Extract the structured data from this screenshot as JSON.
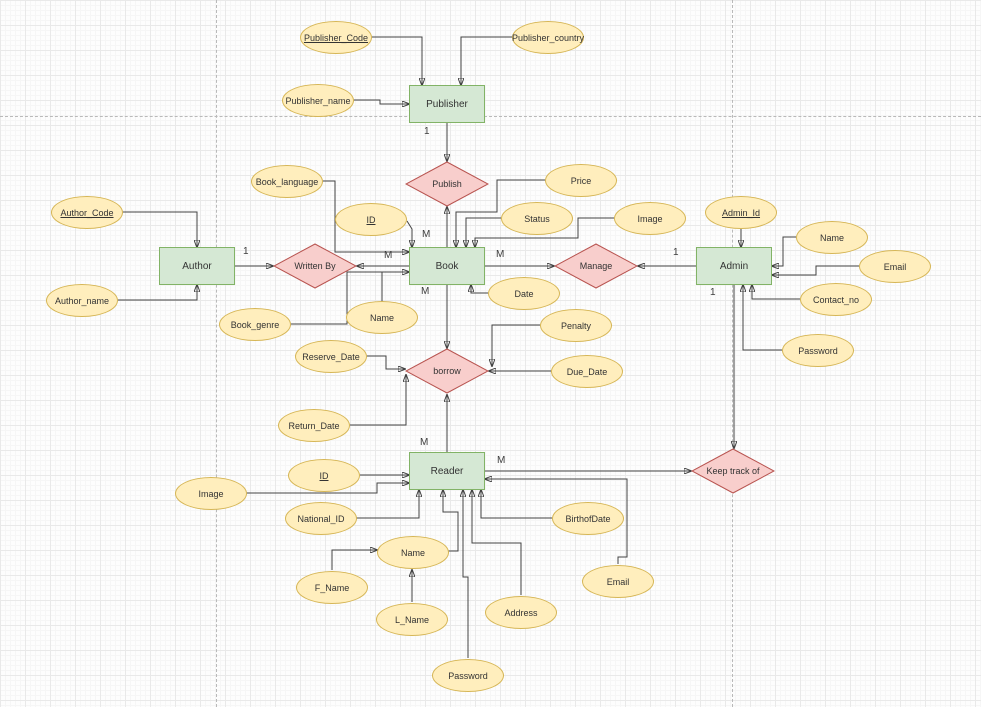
{
  "canvas": {
    "colors": {
      "entity_fill": "#d5e8d4",
      "entity_stroke": "#82b366",
      "relationship_fill": "#f8cecc",
      "relationship_stroke": "#b85450",
      "attribute_fill": "#ffeebd",
      "attribute_stroke": "#d6b656",
      "connector": "#424242",
      "grid_major": "#e9e9e9",
      "grid_minor": "#f6f6f6",
      "page_guide": "#b9b9b9"
    }
  },
  "diagram": {
    "entities": {
      "publisher": "Publisher",
      "author": "Author",
      "book": "Book",
      "admin": "Admin",
      "reader": "Reader"
    },
    "relationships": {
      "publish": "Publish",
      "written_by": "Written By",
      "manage": "Manage",
      "borrow": "borrow",
      "keep_track_of": "Keep track of"
    },
    "attributes": {
      "publisher_code": "Publisher_Code",
      "publisher_country": "Publisher_country",
      "publisher_name": "Publisher_name",
      "book_language": "Book_language",
      "price": "Price",
      "book_id": "ID",
      "status": "Status",
      "book_image": "Image",
      "book_name": "Name",
      "book_genre": "Book_genre",
      "date": "Date",
      "admin_id": "Admin_Id",
      "admin_name": "Name",
      "admin_email": "Email",
      "contact_no": "Contact_no",
      "admin_password": "Password",
      "author_code": "Author_Code",
      "author_name": "Author_name",
      "penalty": "Penalty",
      "reserve_date": "Reserve_Date",
      "due_date": "Due_Date",
      "return_date": "Return_Date",
      "reader_id": "ID",
      "reader_image": "Image",
      "national_id": "National_ID",
      "birthof_date": "BirthofDate",
      "reader_name": "Name",
      "f_name": "F_Name",
      "l_name": "L_Name",
      "address": "Address",
      "reader_email": "Email",
      "reader_password": "Password"
    },
    "primary_keys": [
      "publisher_code",
      "book_id",
      "admin_id",
      "author_code",
      "reader_id"
    ],
    "cardinalities": {
      "publisher_publish": "1",
      "book_publish": "M",
      "author_written_by": "1",
      "book_written_by": "M",
      "book_manage": "M",
      "admin_manage": "1",
      "book_borrow": "M",
      "reader_borrow": "M",
      "reader_keep_track": "M",
      "admin_keep_track": "1"
    }
  }
}
